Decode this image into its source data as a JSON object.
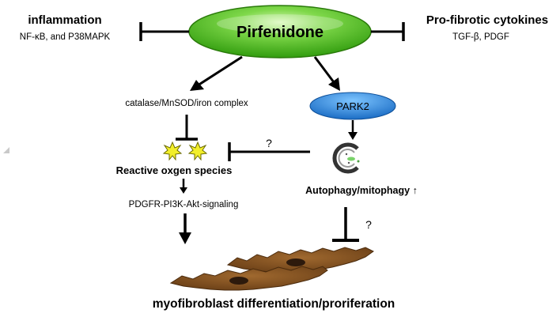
{
  "center": {
    "label": "Pirfenidone"
  },
  "inflammation": {
    "title": "inflammation",
    "detail": "NF-κB, and P38MAPK"
  },
  "cytokines": {
    "title": "Pro-fibrotic cytokines",
    "detail": "TGF-β, PDGF"
  },
  "catalase": {
    "label": "catalase/MnSOD/iron complex"
  },
  "park2": {
    "label": "PARK2"
  },
  "ros": {
    "label": "Reactive oxgen species"
  },
  "autophagy": {
    "label": "Autophagy/mitophagy ↑"
  },
  "question_ros": "?",
  "question_myo": "?",
  "pdgfr": {
    "label": "PDGFR-PI3K-Akt-signaling"
  },
  "outcome": {
    "label": "myofibroblast differentiation/proriferation"
  },
  "colors": {
    "ellipse_green": "#3fb212",
    "ellipse_light": "#c9f2a4",
    "park2_blue": "#1f7fd6",
    "star_yellow": "#f2ee2a",
    "cell_brown": "#8c5a2a",
    "cell_dark": "#3a2414"
  }
}
